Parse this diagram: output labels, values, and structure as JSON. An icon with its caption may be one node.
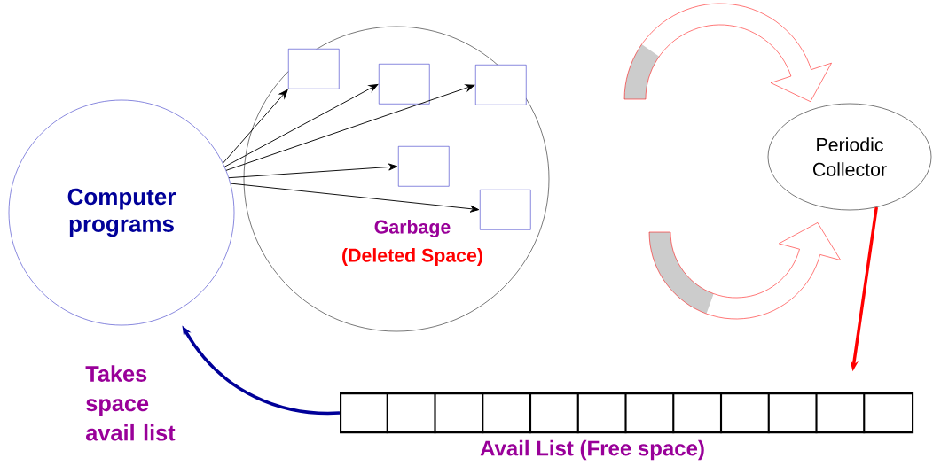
{
  "diagram": {
    "nodes": [
      {
        "text": [
          "Computer programs"
        ]
      },
      {
        "text": [
          "Garbage",
          "(Deleted Space)"
        ]
      },
      {
        "text": [],
        "shape": "box",
        "in": 1
      },
      {
        "text": [],
        "shape": "box",
        "in": 1
      },
      {
        "text": [],
        "shape": "box",
        "in": 1
      },
      {
        "text": [],
        "shape": "box",
        "in": 1
      },
      {
        "text": [],
        "shape": "box",
        "in": 1
      },
      {
        "text": [
          "Periodic Collector"
        ]
      },
      {
        "text": [
          "Avail List (Free space)"
        ]
      }
    ],
    "edges": [
      {
        "from": 0,
        "to": 2,
        "arrow": "to"
      },
      {
        "from": 0,
        "to": 3,
        "arrow": "to"
      },
      {
        "from": 0,
        "to": 4,
        "arrow": "to"
      },
      {
        "from": 0,
        "to": 5,
        "arrow": "to"
      },
      {
        "from": 0,
        "to": 6,
        "arrow": "to"
      },
      {
        "from": 7,
        "to": 8,
        "arrow": "to",
        "style": "thick",
        "color": "#ff0000"
      },
      {
        "from": 8,
        "to": 0,
        "arrow": "to",
        "style": "thick",
        "color": "#000099"
      }
    ],
    "labels": [
      "Takes space avail list"
    ]
  }
}
